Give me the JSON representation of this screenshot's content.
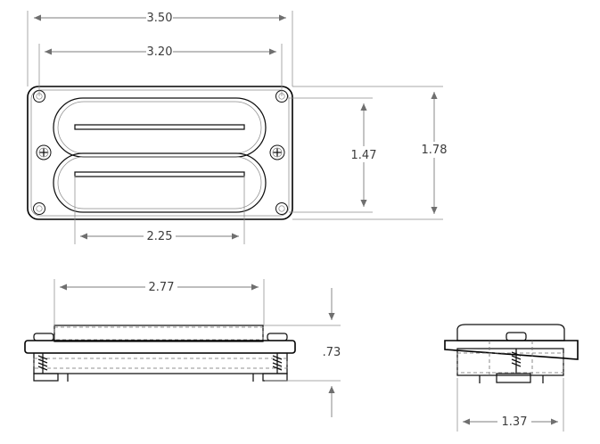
{
  "dimensions": {
    "overall_width": "3.50",
    "mounting_hole_spacing": "3.20",
    "pole_row_span": "2.25",
    "inner_height": "1.47",
    "overall_height": "1.78",
    "top_length": "2.77",
    "height": ".73",
    "side_depth": "1.37"
  }
}
